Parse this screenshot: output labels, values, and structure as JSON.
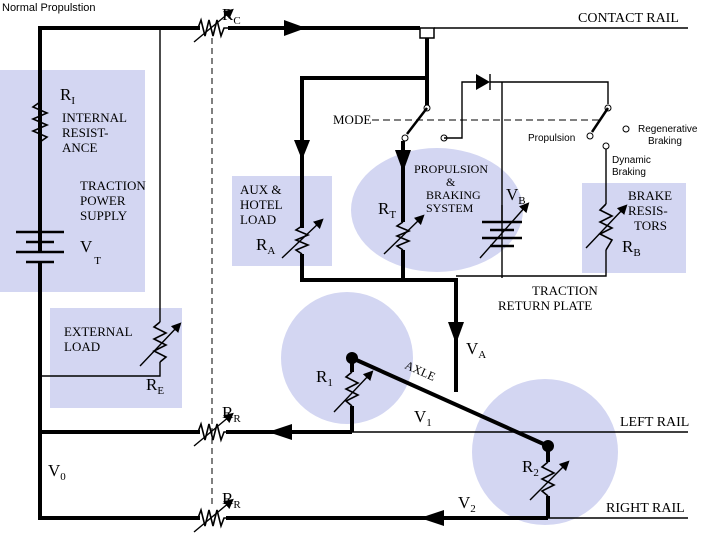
{
  "colors": {
    "shade": "#d3d6f2",
    "wire": "#000000"
  },
  "header": {
    "title": "Normal Propulstion"
  },
  "rails": {
    "contact": "CONTACT RAIL",
    "left": "LEFT  RAIL",
    "right": "RIGHT RAIL"
  },
  "supply": {
    "ri": "R",
    "ri_sub": "I",
    "internal_line1": "INTERNAL",
    "internal_line2": "RESIST-",
    "internal_line3": "ANCE",
    "traction_line1": "TRACTION",
    "traction_line2": "POWER",
    "traction_line3": "SUPPLY",
    "vt": "V",
    "vt_sub": "T"
  },
  "rc": {
    "main": "R",
    "sub": "C"
  },
  "aux": {
    "line1": "AUX &",
    "line2": "HOTEL",
    "line3": "LOAD",
    "ra": "R",
    "ra_sub": "A"
  },
  "mode": {
    "label": "MODE"
  },
  "propulsion": {
    "line1": "PROPULSION",
    "line2": "&",
    "line3": "BRAKING",
    "line4": "SYSTEM",
    "rt": "R",
    "rt_sub": "T",
    "vb": "V",
    "vb_sub": "B"
  },
  "switch": {
    "propulsion": "Propulsion",
    "regen1": "Regenerative",
    "regen2": "Braking",
    "dyn1": "Dynamic",
    "dyn2": "Braking"
  },
  "brake": {
    "line1": "BRAKE",
    "line2": "RESIS-",
    "line3": "TORS",
    "rb": "R",
    "rb_sub": "B"
  },
  "return_plate": {
    "line1": "TRACTION",
    "line2": "RETURN PLATE"
  },
  "external": {
    "line1": "EXTERNAL",
    "line2": "LOAD",
    "re": "R",
    "re_sub": "E"
  },
  "va": {
    "main": "V",
    "sub": "A"
  },
  "axle": {
    "label": "AXLE"
  },
  "r1": {
    "main": "R",
    "sub": "1"
  },
  "r2": {
    "main": "R",
    "sub": "2"
  },
  "v1": {
    "main": "V",
    "sub": "1"
  },
  "v2": {
    "main": "V",
    "sub": "2"
  },
  "v0": {
    "main": "V",
    "sub": "0"
  },
  "rr_left": {
    "main": "R",
    "sub": "R"
  },
  "rr_right": {
    "main": "R",
    "sub": "R"
  }
}
